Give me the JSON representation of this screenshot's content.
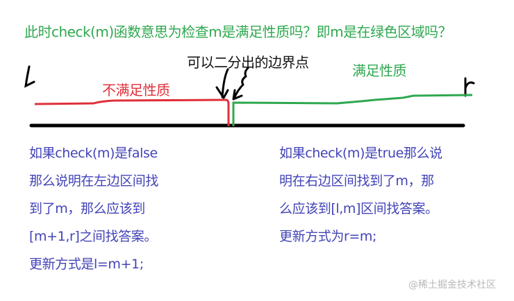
{
  "title": "此时check(m)函数意思为检查m是满足性质吗？即m是在绿色区域吗？",
  "boundary_label": "可以二分出的边界点",
  "regions": {
    "left": {
      "label": "不满足性质",
      "color": "#e0303a"
    },
    "right": {
      "label": "满足性质",
      "color": "#2fa84f"
    }
  },
  "endpoints": {
    "left": "l",
    "right": "r"
  },
  "notes": {
    "left": [
      "如果check(m)是false",
      "那么说明在左边区间找",
      "到了m，那么应该到",
      "[m+1,r]之间找答案。",
      "更新方式是l=m+1;"
    ],
    "right": [
      "如果check(m)是true那么说",
      "明在右边区间找到了m，那",
      "么应该到[l,m]区间找答案。",
      "更新方式为r=m;"
    ]
  },
  "watermark": "@稀土掘金技术社区",
  "colors": {
    "axis": "#000000",
    "title": "#2fa84f",
    "notes": "#4343b8",
    "watermark": "#b8b8b8"
  }
}
